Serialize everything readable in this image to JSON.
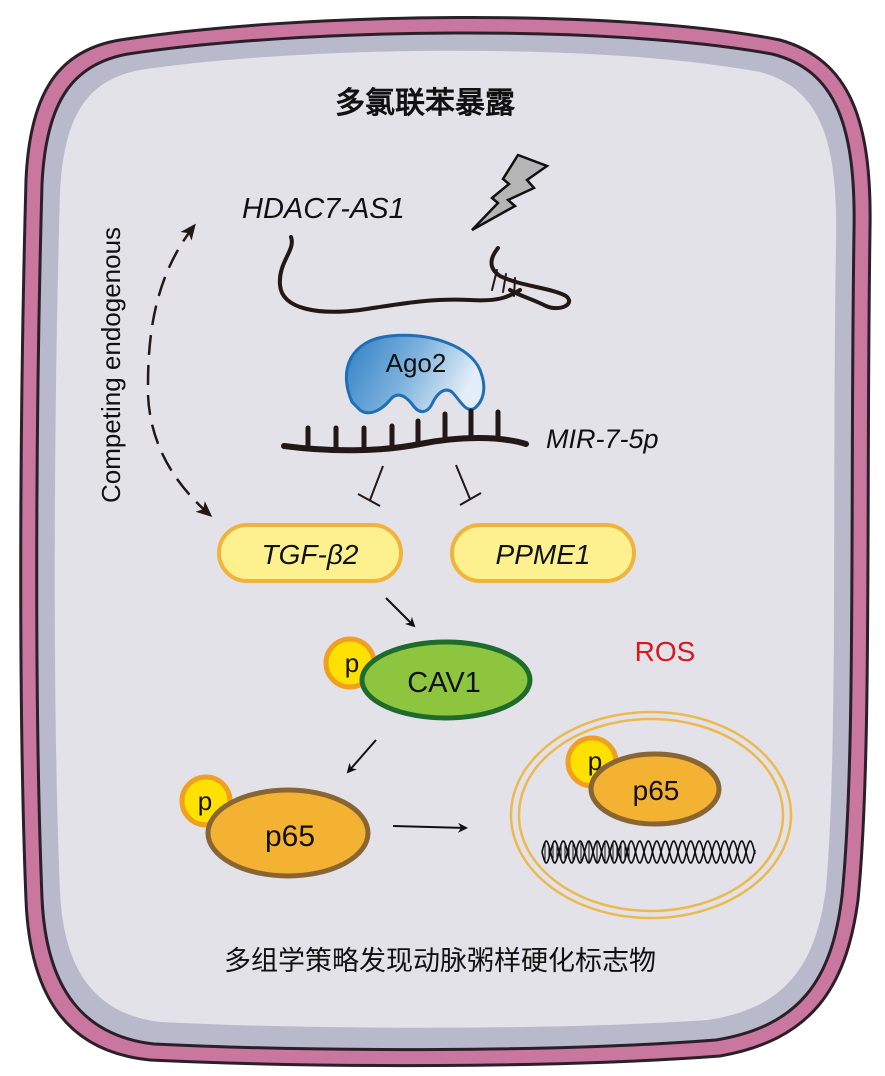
{
  "title": "多氯联苯暴露",
  "caption": "多组学策略发现动脉粥样硬化标志物",
  "side_label": "Competing endogenous",
  "lncrna": {
    "label": "HDAC7-AS1"
  },
  "stimulus": {
    "icon": "lightning-bolt-icon"
  },
  "ago2": {
    "label": "Ago2"
  },
  "mirna": {
    "label": "MIR-7-5p"
  },
  "targets": [
    {
      "label": "TGF-β2"
    },
    {
      "label": "PPME1"
    }
  ],
  "cav1": {
    "label": "CAV1",
    "phospho": "p"
  },
  "ros": {
    "label": "ROS",
    "color": "#d7191f"
  },
  "p65_cytoplasm": {
    "label": "p65",
    "phospho": "p"
  },
  "p65_nucleus": {
    "label": "p65",
    "phospho": "p"
  },
  "colors": {
    "membrane_outer": "#c9779f",
    "membrane_inner": "#b9b9cc",
    "cytoplasm": "#e2e2e8",
    "pill_fill": "#fdf08f",
    "pill_stroke": "#f0b43c",
    "cav1_fill": "#8dc53e",
    "cav1_stroke": "#1e6b2c",
    "p65_fill": "#f3b232",
    "p65_stroke": "#8a6534",
    "phospho_fill": "#ffe100",
    "phospho_stroke": "#f0a020",
    "nucleus_stroke": "#ebb94f",
    "ago2_fill": "#3e8ccc"
  }
}
